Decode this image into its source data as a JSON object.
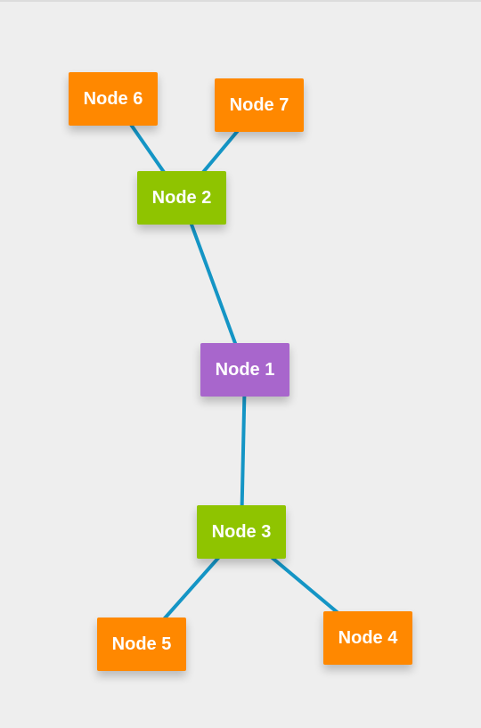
{
  "colors": {
    "root": "#a866cc",
    "branch": "#8fc400",
    "leaf": "#ff8800",
    "edge": "#1495c5",
    "background": "#eeeeee"
  },
  "nodes": [
    {
      "id": "n1",
      "label": "Node 1",
      "kind": "root"
    },
    {
      "id": "n2",
      "label": "Node 2",
      "kind": "branch"
    },
    {
      "id": "n3",
      "label": "Node 3",
      "kind": "branch"
    },
    {
      "id": "n4",
      "label": "Node 4",
      "kind": "leaf"
    },
    {
      "id": "n5",
      "label": "Node 5",
      "kind": "leaf"
    },
    {
      "id": "n6",
      "label": "Node 6",
      "kind": "leaf"
    },
    {
      "id": "n7",
      "label": "Node 7",
      "kind": "leaf"
    }
  ],
  "edges": [
    {
      "from": "n1",
      "to": "n2"
    },
    {
      "from": "n1",
      "to": "n3"
    },
    {
      "from": "n2",
      "to": "n6"
    },
    {
      "from": "n2",
      "to": "n7"
    },
    {
      "from": "n3",
      "to": "n5"
    },
    {
      "from": "n3",
      "to": "n4"
    }
  ]
}
